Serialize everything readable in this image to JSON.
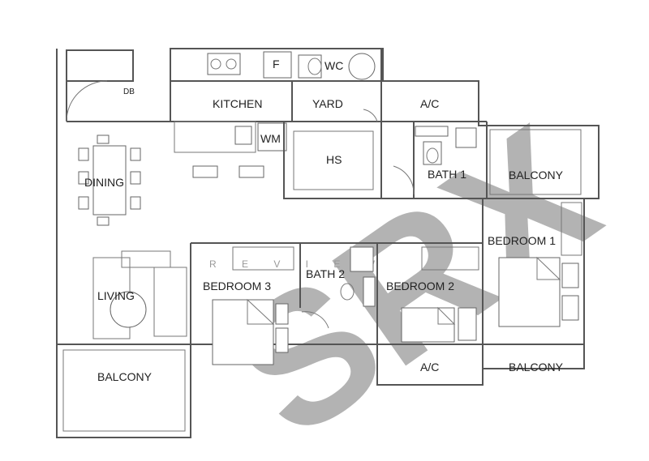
{
  "rooms": {
    "kitchen": "KITCHEN",
    "f": "F",
    "wc": "WC",
    "yard": "YARD",
    "ac_top": "A/C",
    "wm": "WM",
    "db": "DB",
    "dining": "DINING",
    "hs": "HS",
    "bath1": "BATH 1",
    "balcony_right": "BALCONY",
    "bedroom1": "BEDROOM 1",
    "living": "LIVING",
    "bedroom3": "BEDROOM 3",
    "bath2": "BATH 2",
    "bedroom2": "BEDROOM 2",
    "balcony_left": "BALCONY",
    "ac_bottom": "A/C",
    "balcony_bottom_right": "BALCONY"
  },
  "watermark": {
    "mark": "SRX",
    "subtext": "R E V I E W"
  }
}
